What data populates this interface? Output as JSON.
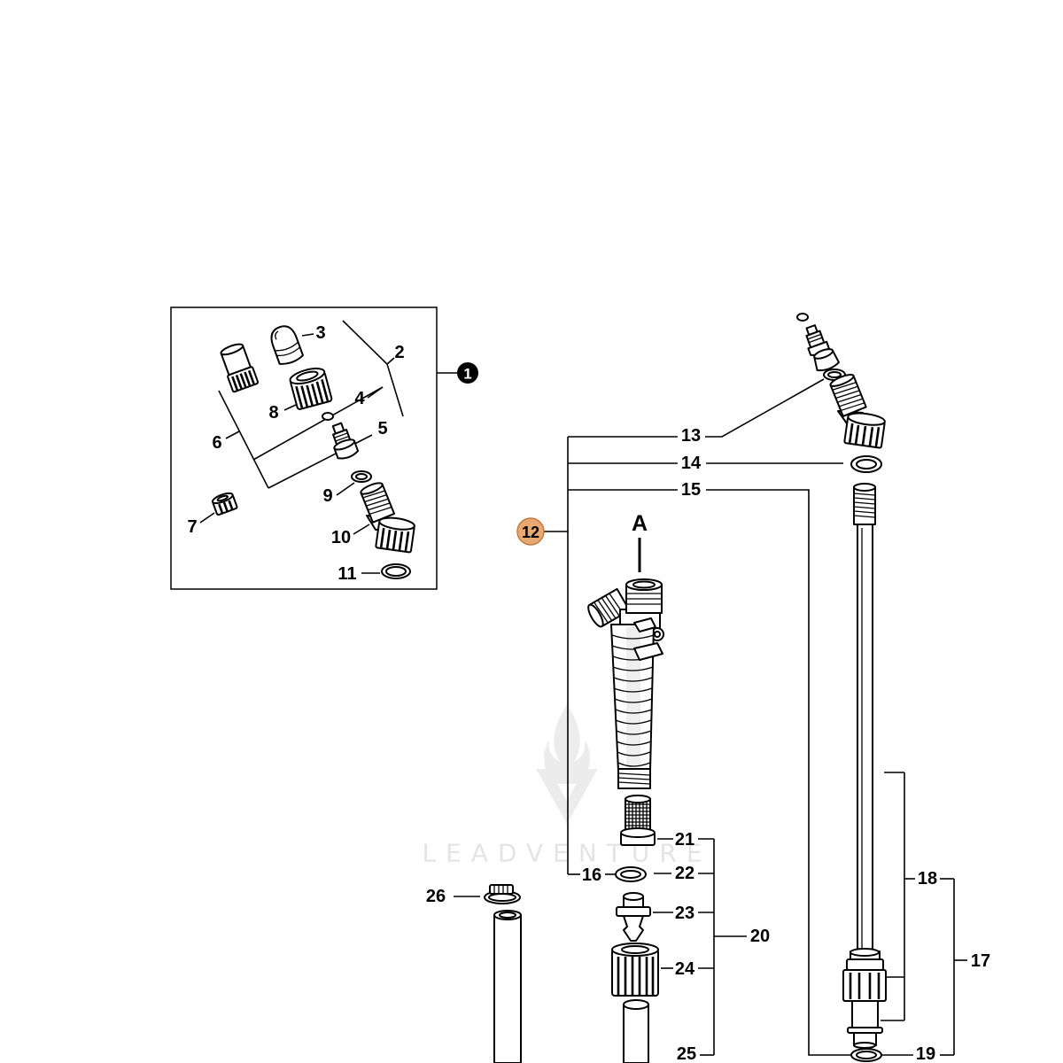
{
  "diagram": {
    "assembly_callout": "1",
    "highlighted_callout": "12",
    "view_label": "A",
    "callouts": {
      "p2": "2",
      "p3": "3",
      "p4": "4",
      "p5": "5",
      "p6": "6",
      "p7": "7",
      "p8": "8",
      "p9": "9",
      "p10": "10",
      "p11": "11",
      "p13": "13",
      "p14": "14",
      "p15": "15",
      "p16": "16",
      "p17": "17",
      "p18": "18",
      "p19": "19",
      "p20": "20",
      "p21": "21",
      "p22": "22",
      "p23": "23",
      "p24": "24",
      "p25": "25",
      "p26": "26"
    }
  },
  "watermark": "LEADVENTURE",
  "colors": {
    "highlight_fill": "#e8a872",
    "ink": "#000000",
    "watermark": "#e4e4e4"
  }
}
